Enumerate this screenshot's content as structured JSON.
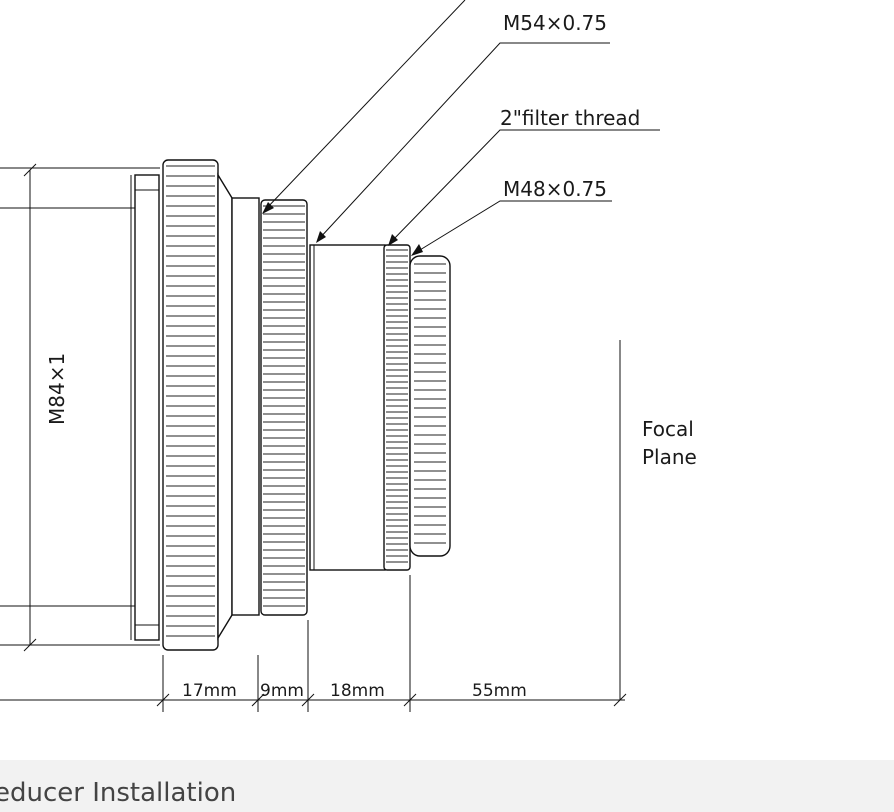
{
  "labels": {
    "m54": "M54×0.75",
    "filter": "2\"filter thread",
    "m48": "M48×0.75",
    "m84": "M84×1",
    "focal_1": "Focal",
    "focal_2": "Plane"
  },
  "dimensions": [
    "17mm",
    "9mm",
    "18mm",
    "55mm"
  ],
  "caption": "educer Installation"
}
